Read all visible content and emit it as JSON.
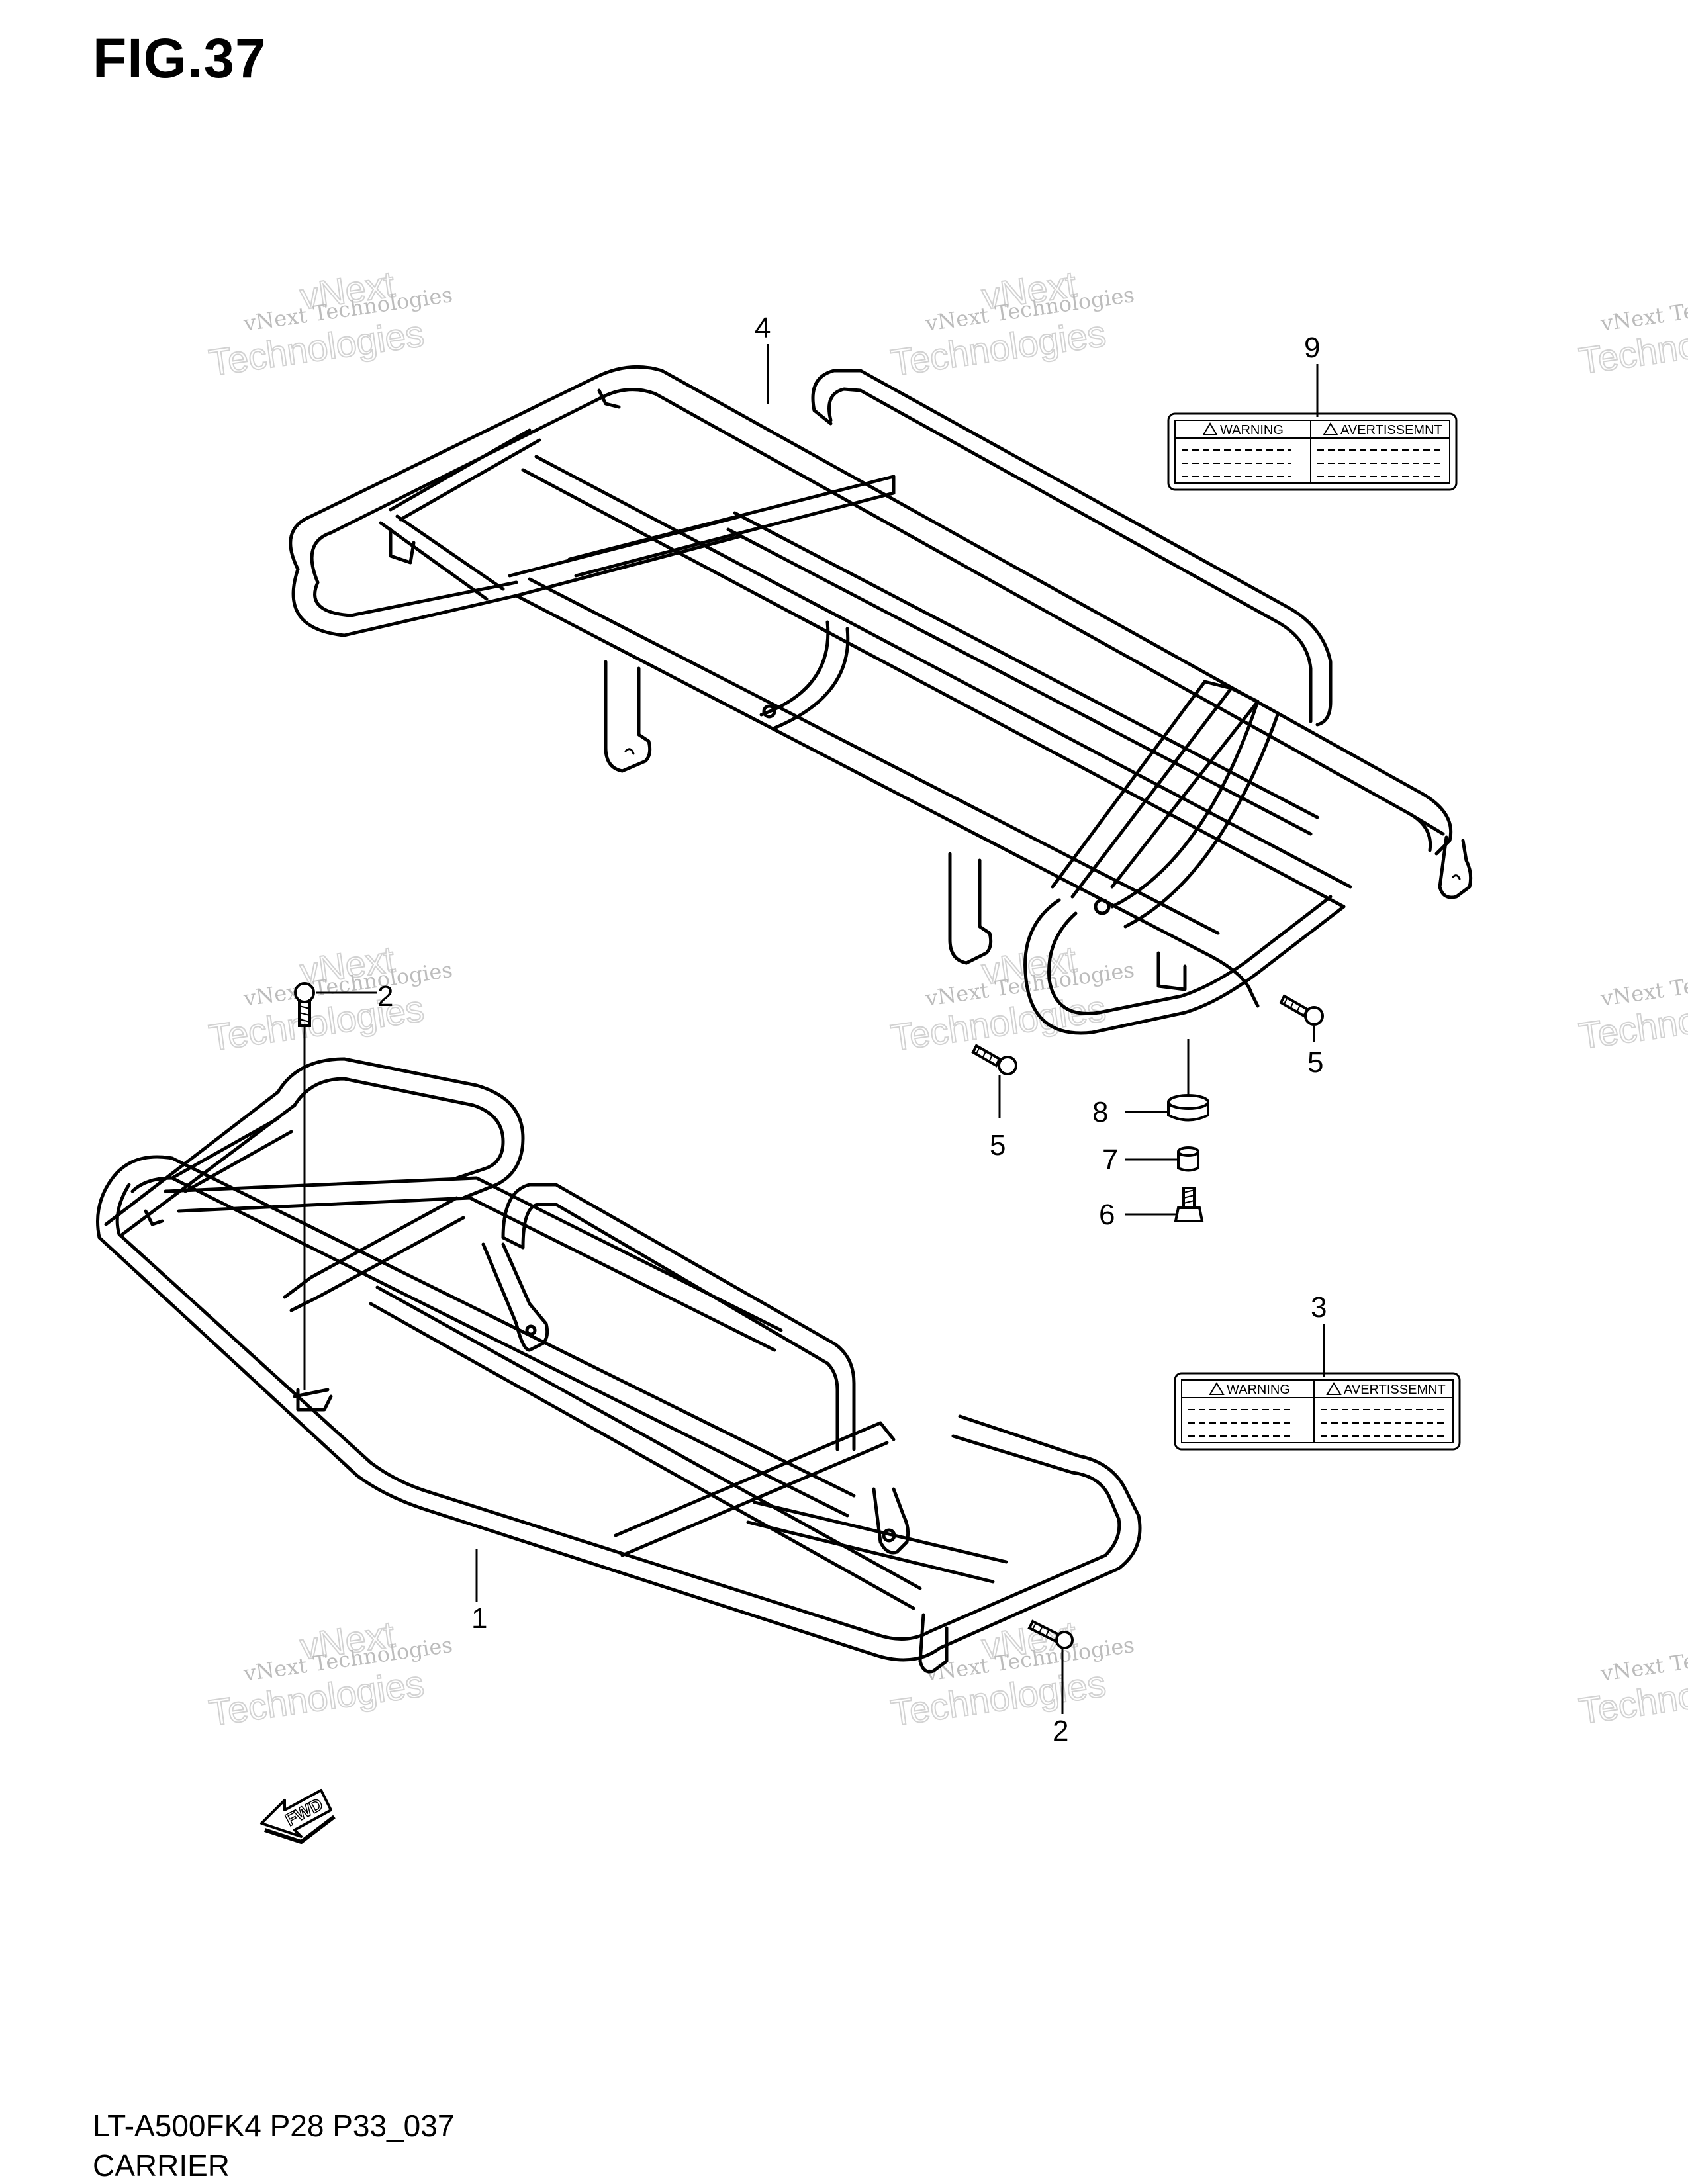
{
  "figure": {
    "title": "FIG.37",
    "model_code": "LT-A500FK4 P28 P33_037",
    "section_name": "CARRIER"
  },
  "watermark": {
    "line1": "vNext Technologies",
    "line2": "Technologies",
    "line3": "vNext"
  },
  "callouts": {
    "c1": "1",
    "c2a": "2",
    "c2b": "2",
    "c3": "3",
    "c4": "4",
    "c5a": "5",
    "c5b": "5",
    "c6": "6",
    "c7": "7",
    "c8": "8",
    "c9": "9"
  },
  "labels": {
    "warning": "WARNING",
    "avertissement": "AVERTISSEMNT"
  },
  "fwd_marker": "FWD"
}
